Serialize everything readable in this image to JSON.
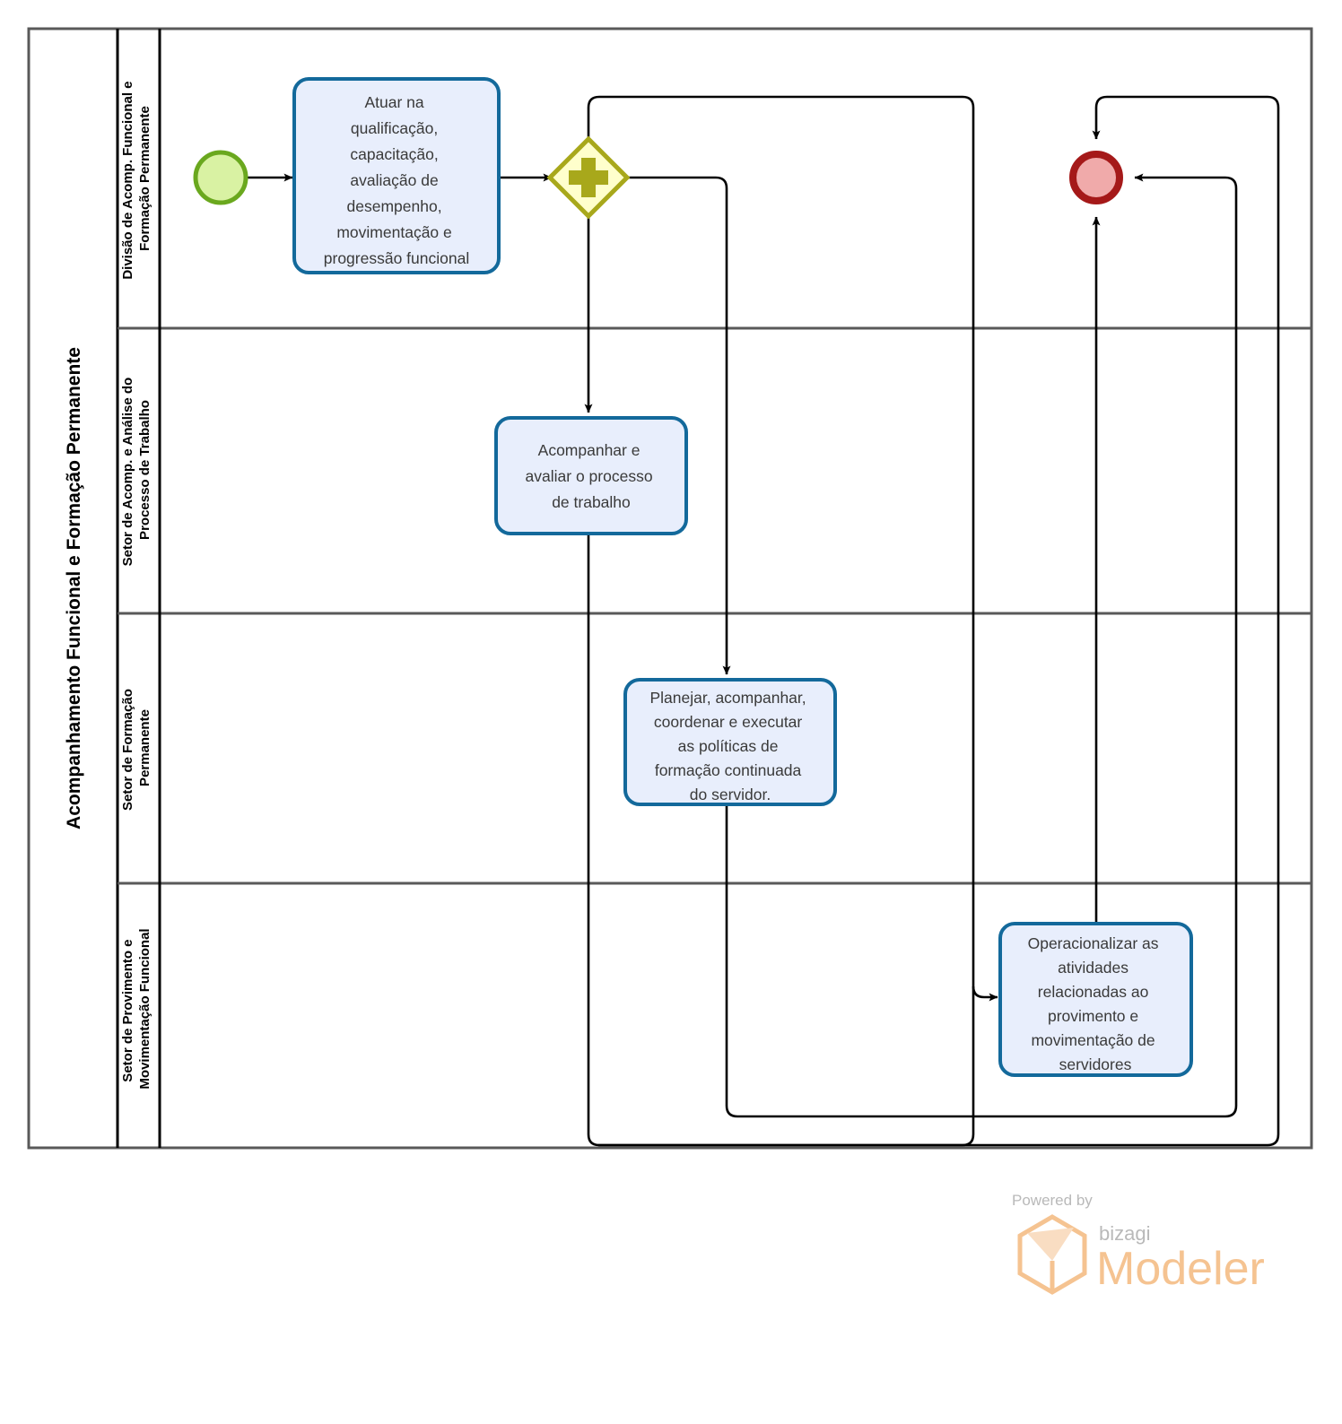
{
  "pool": {
    "title": "Acompanhamento Funcional e Formação Permanente"
  },
  "lanes": [
    {
      "id": "lane-divisao",
      "label": "Divisão de Acomp. Funcional e Formação Permanente"
    },
    {
      "id": "lane-setor-analise",
      "label": "Setor de Acomp. e Análise do Processo de Trabalho"
    },
    {
      "id": "lane-formacao",
      "label": "Setor de Formação Permanente"
    },
    {
      "id": "lane-provimento",
      "label": "Setor de Provimento e Movimentação Funcional"
    }
  ],
  "events": {
    "start": {
      "name": "start-event",
      "label": ""
    },
    "end": {
      "name": "end-event",
      "label": ""
    }
  },
  "gateway": {
    "name": "parallel-gateway",
    "type": "parallel",
    "symbol": "+"
  },
  "tasks": [
    {
      "id": "task-atuar",
      "lane": "lane-divisao",
      "lines": [
        "Atuar na",
        "qualificação,",
        "capacitação,",
        "avaliação de",
        "desempenho,",
        "movimentação e",
        "progressão funcional"
      ]
    },
    {
      "id": "task-acompanhar",
      "lane": "lane-setor-analise",
      "lines": [
        "Acompanhar e",
        "avaliar o processo",
        "de trabalho"
      ]
    },
    {
      "id": "task-planejar",
      "lane": "lane-formacao",
      "lines": [
        "Planejar, acompanhar,",
        "coordenar e executar",
        "as políticas de",
        "formação continuada",
        "do servidor."
      ]
    },
    {
      "id": "task-operacionalizar",
      "lane": "lane-provimento",
      "lines": [
        "Operacionalizar as",
        "atividades",
        "relacionadas ao",
        "provimento e",
        "movimentação de",
        "servidores"
      ]
    }
  ],
  "watermark": {
    "powered_by": "Powered by",
    "brand": "bizagi",
    "product": "Modeler"
  },
  "colors": {
    "task_fill": "#e8eefc",
    "task_stroke": "#13699b",
    "start_fill": "#d9f2a3",
    "start_stroke": "#6aa81e",
    "end_fill": "#f0aaaa",
    "end_stroke": "#a51919",
    "gateway_fill": "#ffffcc",
    "gateway_stroke": "#a8a81b",
    "pool_stroke": "#595959",
    "flow_stroke": "#000000",
    "watermark_orange": "#f5c391",
    "watermark_gray": "#b9b9b9"
  }
}
